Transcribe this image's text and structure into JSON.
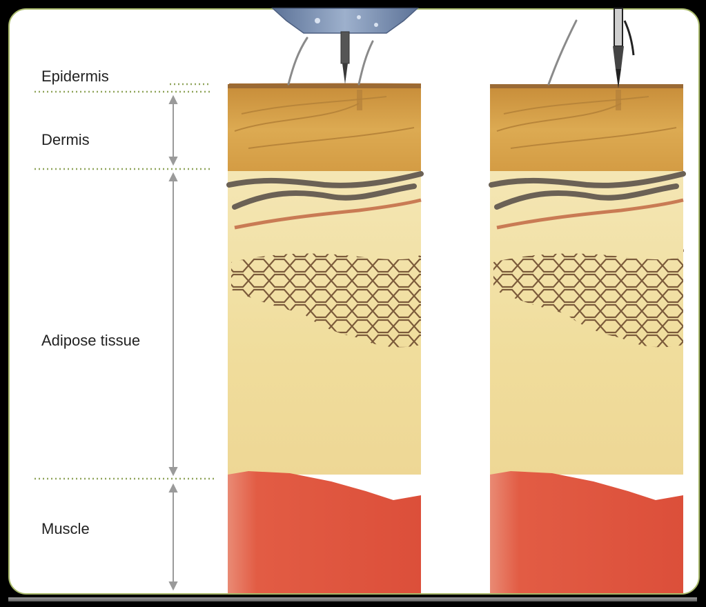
{
  "layers": [
    {
      "key": "epidermis",
      "label": "Epidermis"
    },
    {
      "key": "dermis",
      "label": "Dermis"
    },
    {
      "key": "adipose",
      "label": "Adipose tissue"
    },
    {
      "key": "muscle",
      "label": "Muscle"
    }
  ],
  "colors": {
    "frame_border": "#a8b96a",
    "guide_dots": "#8fa45a",
    "arrow": "#9a9a9a",
    "dermis": "#d7a247",
    "adipose": "#f2e3a8",
    "muscle": "#e4604a",
    "vessel": "#6b6155",
    "artery": "#c97b54",
    "needle_hub": "#6f86a8"
  },
  "icons": [
    "needle-icon",
    "pen-needle-icon",
    "hair-icon"
  ]
}
